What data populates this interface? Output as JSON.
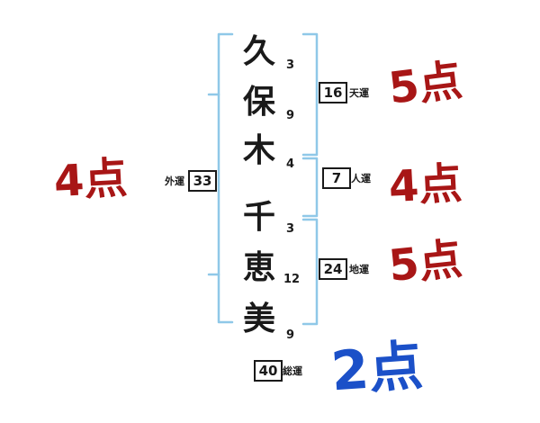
{
  "name": {
    "chars": [
      {
        "char": "久",
        "strokes": "3"
      },
      {
        "char": "保",
        "strokes": "9"
      },
      {
        "char": "木",
        "strokes": "4"
      },
      {
        "char": "千",
        "strokes": "3"
      },
      {
        "char": "恵",
        "strokes": "12"
      },
      {
        "char": "美",
        "strokes": "9"
      }
    ]
  },
  "fortunes": {
    "ten": {
      "value": "16",
      "label": "天運",
      "score": "5点"
    },
    "jin": {
      "value": "7",
      "label": "人運",
      "score": "4点"
    },
    "chi": {
      "value": "24",
      "label": "地運",
      "score": "5点"
    },
    "gai": {
      "value": "33",
      "label": "外運",
      "score": "4点"
    },
    "sou": {
      "value": "40",
      "label": "総運",
      "score": "2点"
    }
  },
  "colors": {
    "ink": "#1a1a1a",
    "score_red": "#a81616",
    "score_blue": "#1b50c8",
    "bracket": "#8fc8e8"
  }
}
